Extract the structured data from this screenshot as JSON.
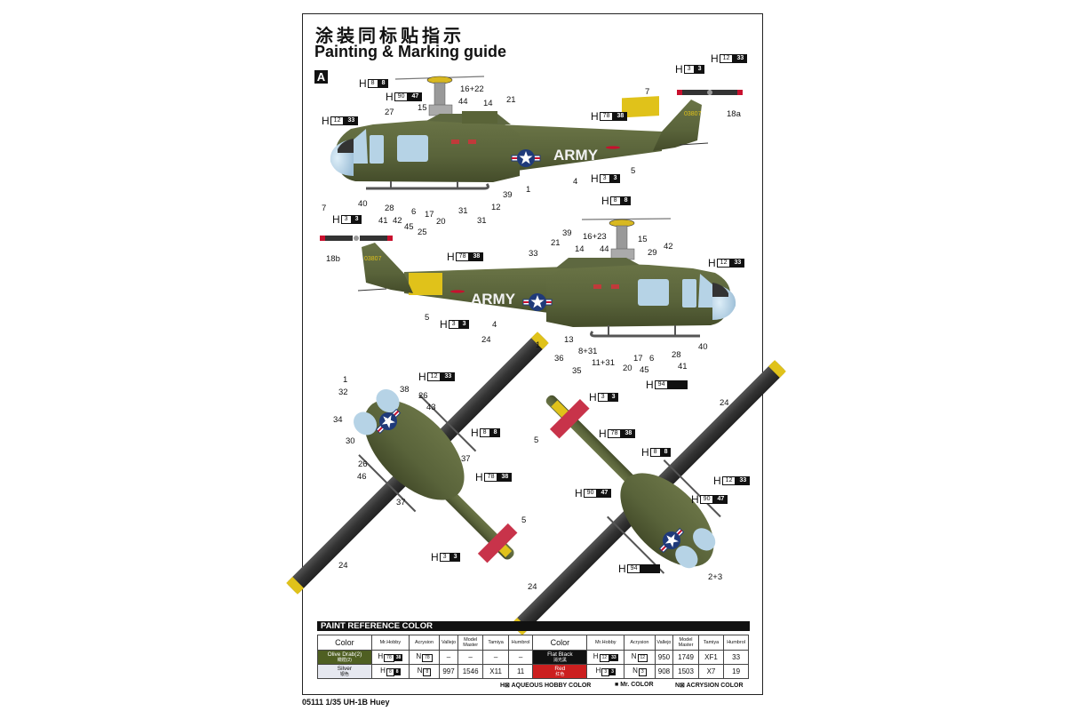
{
  "header": {
    "title_cn": "涂装同标贴指示",
    "title_en": "Painting & Marking guide",
    "scheme_label": "A"
  },
  "colors": {
    "olive_drab": "#556B2F",
    "fuselage": "#5a6438",
    "yellow": "#e0c21a",
    "red": "#c8102e",
    "flat_black": "#1a1a1a",
    "glass": "#b6d3e6",
    "silver": "#c8c8c8",
    "roundel_blue": "#1f3a7a"
  },
  "side_view_left": {
    "marking_text": "ARMY",
    "tail_number": "03807",
    "callouts": [
      "16+22",
      "44",
      "14",
      "21",
      "15",
      "27",
      "40",
      "28",
      "41",
      "42",
      "45",
      "6",
      "25",
      "17",
      "20",
      "31",
      "31",
      "12",
      "39",
      "1",
      "4",
      "5",
      "7",
      "18a"
    ],
    "paint_codes": [
      {
        "prefix": "H",
        "white": "8",
        "black": "8"
      },
      {
        "prefix": "H",
        "white": "90",
        "black": "47"
      },
      {
        "prefix": "H",
        "white": "12",
        "black": "33"
      },
      {
        "prefix": "H",
        "white": "78",
        "black": "38"
      },
      {
        "prefix": "H",
        "white": "3",
        "black": "3"
      },
      {
        "prefix": "H",
        "white": "3",
        "black": "3"
      },
      {
        "prefix": "H",
        "white": "12",
        "black": "33"
      }
    ]
  },
  "side_view_right": {
    "marking_text": "ARMY",
    "tail_number": "03807",
    "callouts": [
      "7",
      "18b",
      "5",
      "4",
      "1",
      "33",
      "39",
      "21",
      "14",
      "16+23",
      "44",
      "15",
      "29",
      "42",
      "36",
      "13",
      "35",
      "8+31",
      "11+31",
      "20",
      "17",
      "45",
      "6",
      "28",
      "41",
      "40"
    ],
    "paint_codes": [
      {
        "prefix": "H",
        "white": "3",
        "black": "3"
      },
      {
        "prefix": "H",
        "white": "78",
        "black": "38"
      },
      {
        "prefix": "H",
        "white": "3",
        "black": "3"
      },
      {
        "prefix": "H",
        "white": "8",
        "black": "8"
      },
      {
        "prefix": "H",
        "white": "12",
        "black": "33"
      },
      {
        "prefix": "H",
        "white": "94",
        "black": ""
      }
    ]
  },
  "top_view": {
    "callouts": [
      "1",
      "32",
      "38",
      "26",
      "43",
      "34",
      "30",
      "26",
      "46",
      "37",
      "37",
      "24",
      "24",
      "5"
    ],
    "paint_codes": [
      {
        "prefix": "H",
        "white": "12",
        "black": "33"
      },
      {
        "prefix": "H",
        "white": "8",
        "black": "8"
      },
      {
        "prefix": "H",
        "white": "78",
        "black": "38"
      },
      {
        "prefix": "H",
        "white": "3",
        "black": "3"
      }
    ]
  },
  "bottom_view": {
    "callouts": [
      "5",
      "24",
      "24",
      "2+3"
    ],
    "paint_codes": [
      {
        "prefix": "H",
        "white": "3",
        "black": "3"
      },
      {
        "prefix": "H",
        "white": "78",
        "black": "38"
      },
      {
        "prefix": "H",
        "white": "8",
        "black": "8"
      },
      {
        "prefix": "H",
        "white": "12",
        "black": "33"
      },
      {
        "prefix": "H",
        "white": "90",
        "black": "47"
      },
      {
        "prefix": "H",
        "white": "90",
        "black": "47"
      },
      {
        "prefix": "H",
        "white": "94",
        "black": ""
      }
    ]
  },
  "paint_reference": {
    "heading": "PAINT  REFERENCE COLOR",
    "columns": [
      "Color",
      "Mr.Hobby",
      "Acrysion",
      "Vallejo",
      "Model Master",
      "Tamiya",
      "Humbrol"
    ],
    "left_rows": [
      {
        "name": "Olive Drab(2)",
        "name_cn": "橄榄(2)",
        "swatch": "#4f5f22",
        "text_color": "#ffffff",
        "h_white": "78",
        "h_black": "38",
        "n": "78",
        "vallejo": "–",
        "model_master": "–",
        "tamiya": "–",
        "humbrol": "–"
      },
      {
        "name": "Silver",
        "name_cn": "银色",
        "swatch": "#e6e8f0",
        "text_color": "#111111",
        "h_white": "8",
        "h_black": "8",
        "n": "8",
        "vallejo": "997",
        "model_master": "1546",
        "tamiya": "X11",
        "humbrol": "11"
      }
    ],
    "right_rows": [
      {
        "name": "Flat Black",
        "name_cn": "消光黑",
        "swatch": "#111111",
        "text_color": "#ffffff",
        "h_white": "12",
        "h_black": "33",
        "n": "12",
        "vallejo": "950",
        "model_master": "1749",
        "tamiya": "XF1",
        "humbrol": "33"
      },
      {
        "name": "Red",
        "name_cn": "红色",
        "swatch": "#cc1f1f",
        "text_color": "#ffffff",
        "h_white": "3",
        "h_black": "3",
        "n": "3",
        "vallejo": "908",
        "model_master": "1503",
        "tamiya": "X7",
        "humbrol": "19"
      }
    ],
    "legend": [
      {
        "symbol": "H⊠",
        "label": "AQUEOUS HOBBY COLOR"
      },
      {
        "symbol": "■",
        "label": "Mr. COLOR"
      },
      {
        "symbol": "N⊠",
        "label": "ACRYSION COLOR"
      }
    ]
  },
  "footer": {
    "caption": "05111 1/35 UH-1B Huey"
  }
}
